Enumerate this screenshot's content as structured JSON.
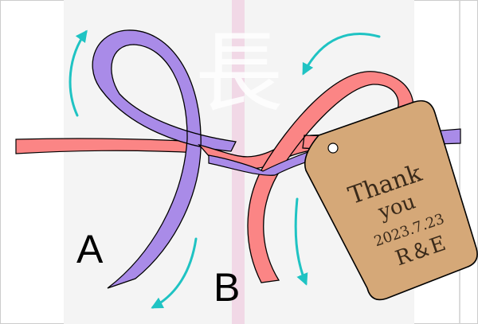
{
  "colors": {
    "ribbon_left": "#a98be8",
    "ribbon_right": "#fb8585",
    "tag": "#d5a878",
    "arrow": "#1fc3c3",
    "paper": "#f4f4f4",
    "center_line": "#efc4dc"
  },
  "watermark": "長",
  "labels": {
    "a": "A",
    "b": "B"
  },
  "tag": {
    "line1": "Thank",
    "line2": "you",
    "date": "2023.7.23",
    "initials": "R＆E"
  },
  "arrows": [
    {
      "icon": "curved-arrow-up-icon"
    },
    {
      "icon": "curved-arrow-down-left-icon"
    },
    {
      "icon": "curved-arrow-left-icon"
    },
    {
      "icon": "curved-arrow-down-icon"
    }
  ]
}
